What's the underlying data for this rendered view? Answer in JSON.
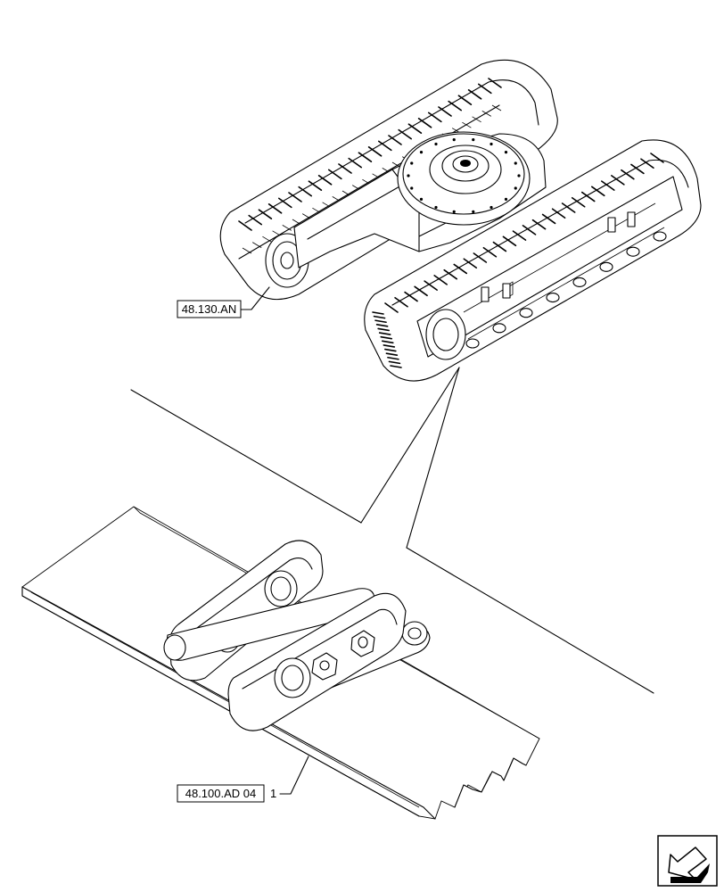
{
  "callouts": {
    "undercarriage_ref": "48.130.AN",
    "track_shoe_ref": "48.100.AD 04",
    "track_shoe_item": "1"
  },
  "icons": {
    "nav": "arrow-nav-icon"
  }
}
